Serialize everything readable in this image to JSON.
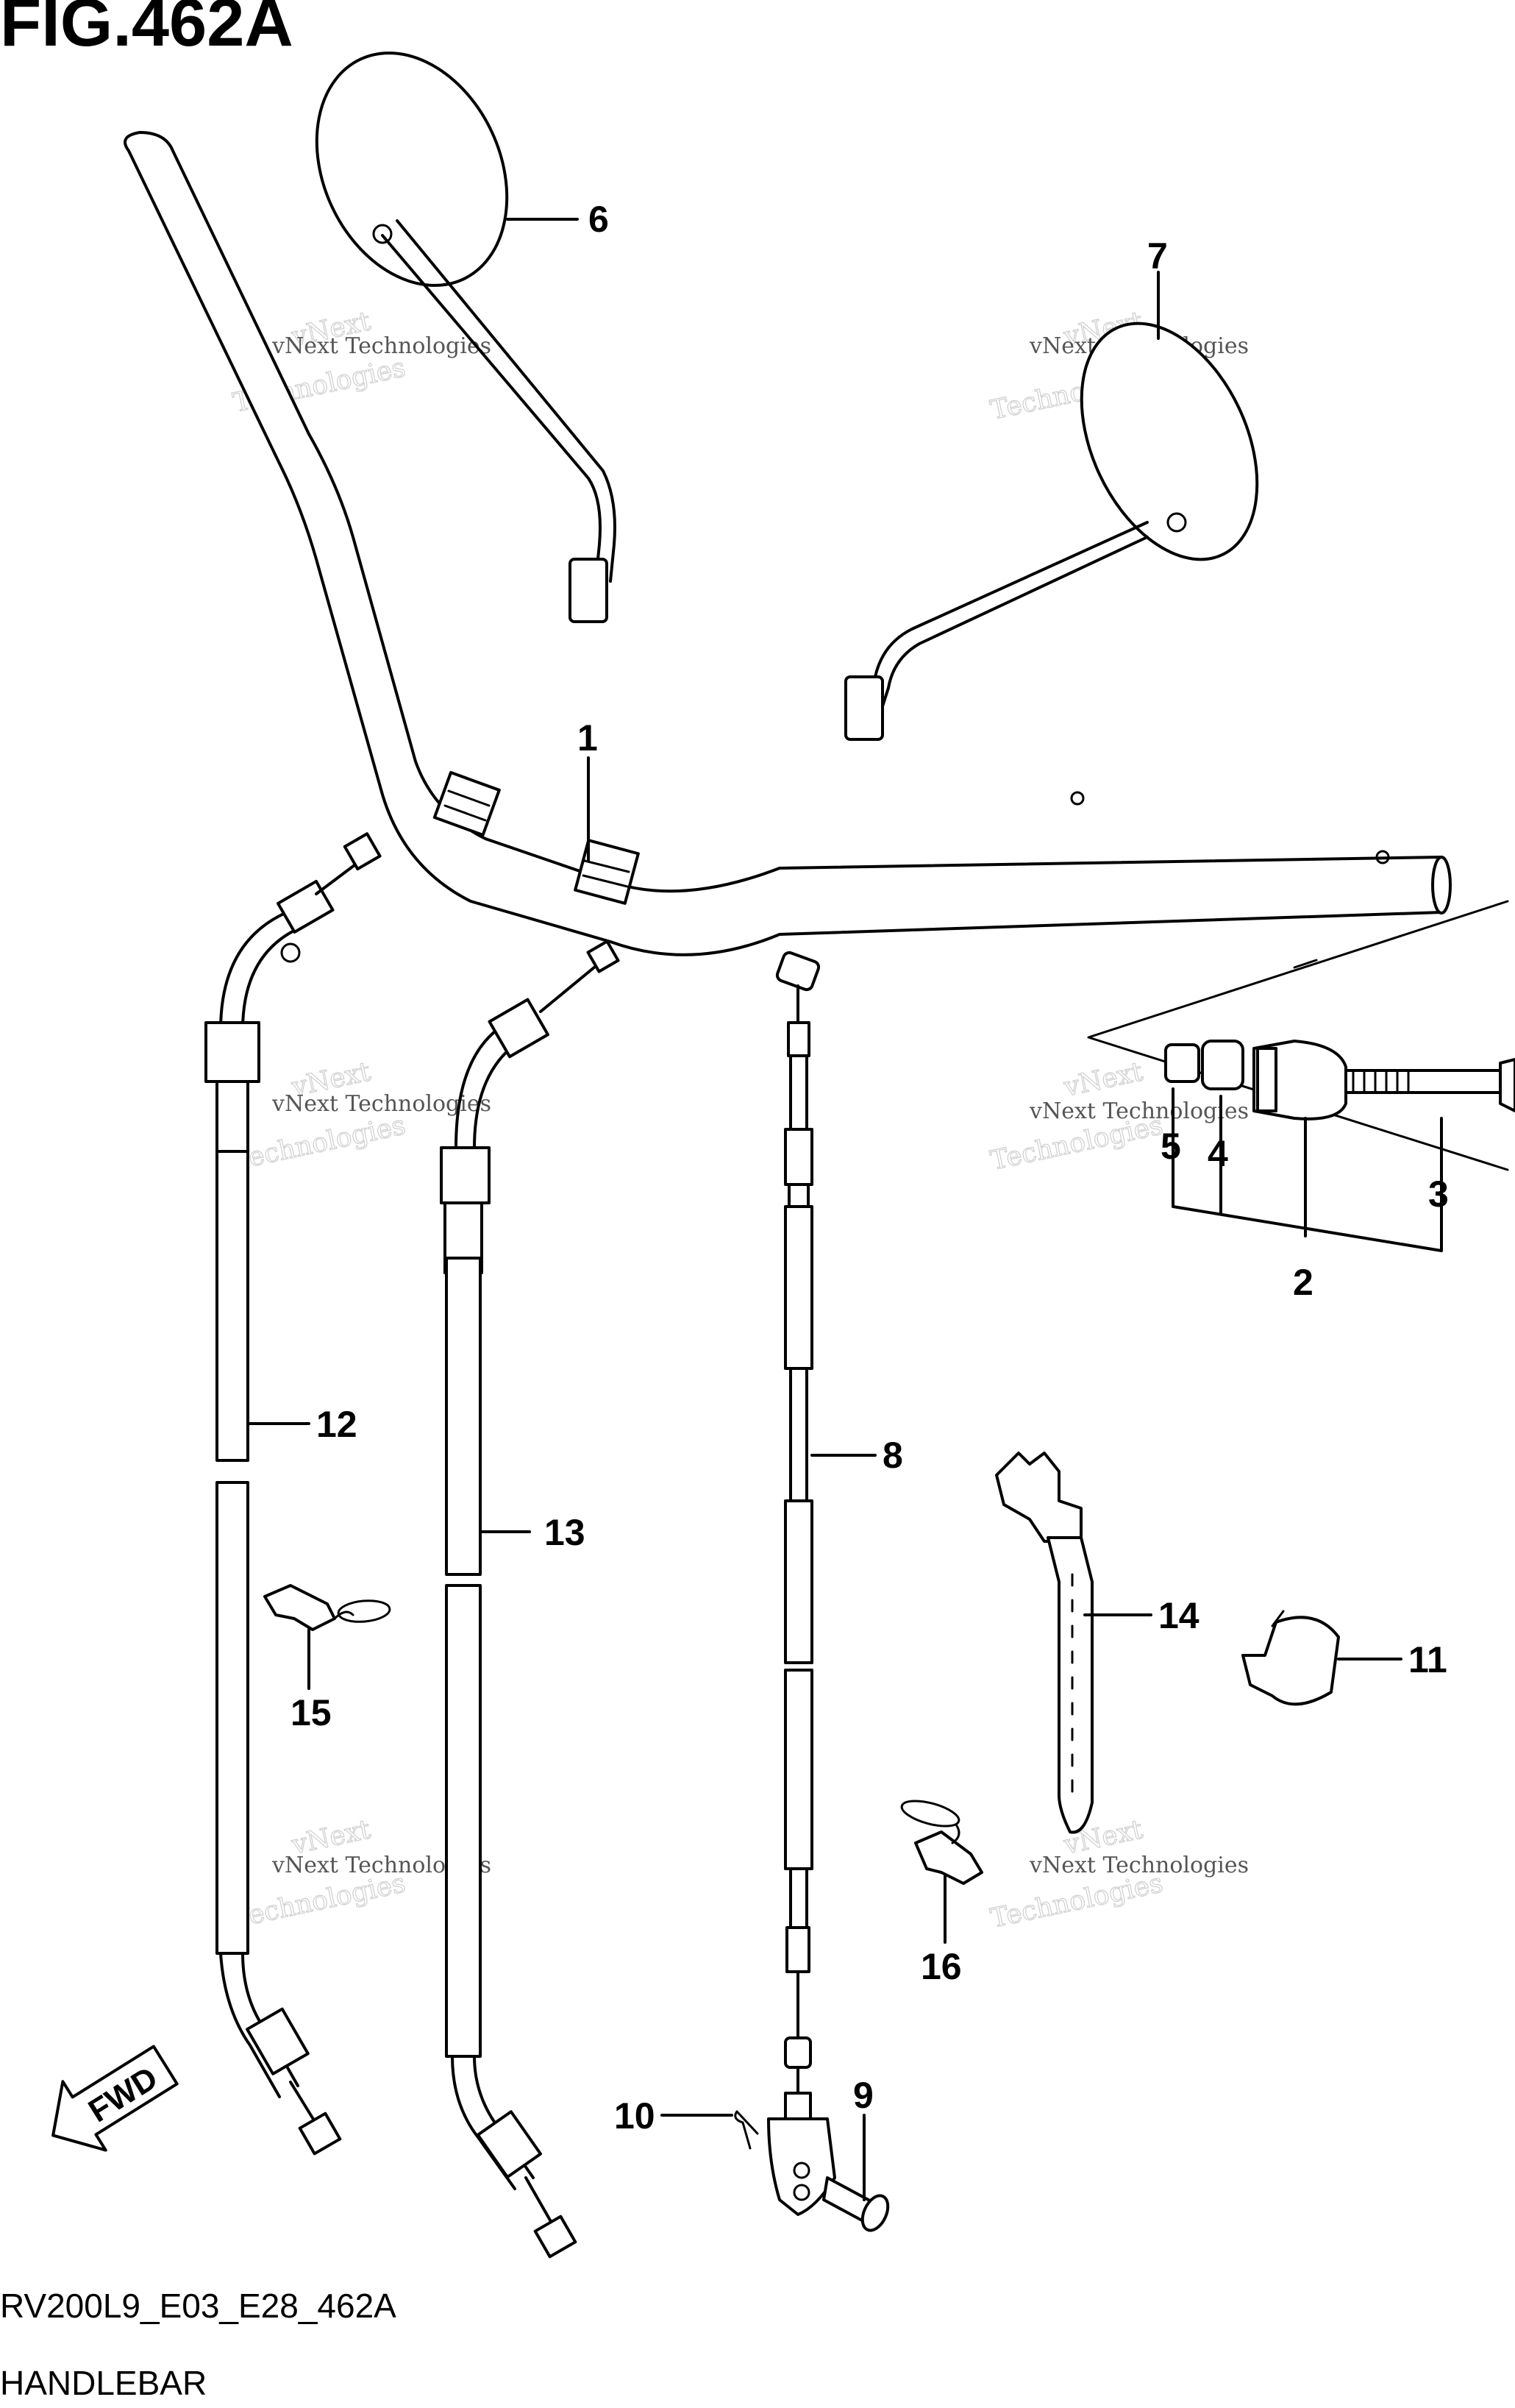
{
  "figure": {
    "title": "FIG.462A",
    "model_code": "RV200L9_E03_E28_462A",
    "caption": "HANDLEBAR",
    "direction_label": "FWD"
  },
  "watermark": {
    "line1": "vNext",
    "line2": "Technologies",
    "small": "vNext Technologies"
  },
  "callouts": [
    "1",
    "2",
    "3",
    "4",
    "5",
    "6",
    "7",
    "8",
    "9",
    "10",
    "11",
    "12",
    "13",
    "14",
    "15",
    "16"
  ]
}
